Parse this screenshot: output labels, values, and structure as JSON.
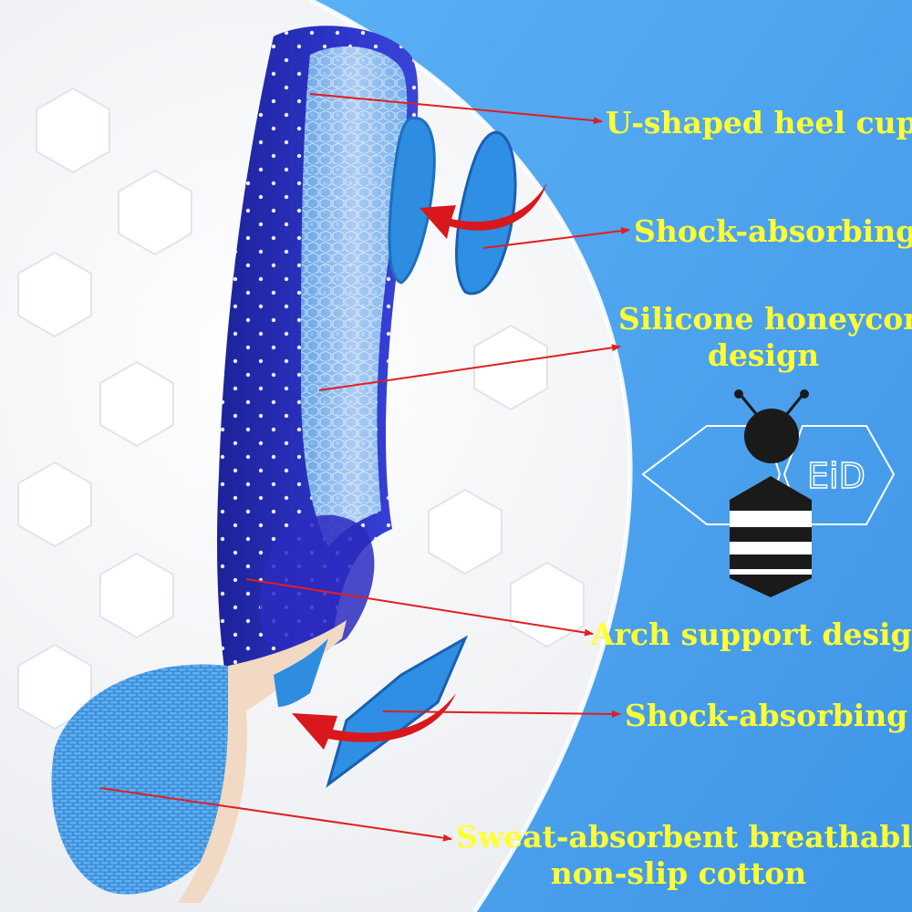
{
  "colors": {
    "label_text": "#ffff33",
    "callout_arrow": "#e01e1e",
    "panel_blue": "#4fa6f0",
    "insole_blue": "#2a2fbf",
    "gel_blue": "#8ec4f0",
    "bee_black": "#1a1a1a"
  },
  "features": [
    {
      "text": [
        "U-shaped heel cup"
      ]
    },
    {
      "text": [
        "Shock-absorbing"
      ]
    },
    {
      "text": [
        "Silicone honeycom",
        "design"
      ]
    },
    {
      "text": [
        "Arch support design"
      ]
    },
    {
      "text": [
        "Shock-absorbing"
      ]
    },
    {
      "text": [
        "Sweat-absorbent breathable",
        "non-slip cotton"
      ]
    }
  ],
  "icons": {
    "bee": "bee-icon",
    "honeycomb": "honeycomb-icon"
  }
}
